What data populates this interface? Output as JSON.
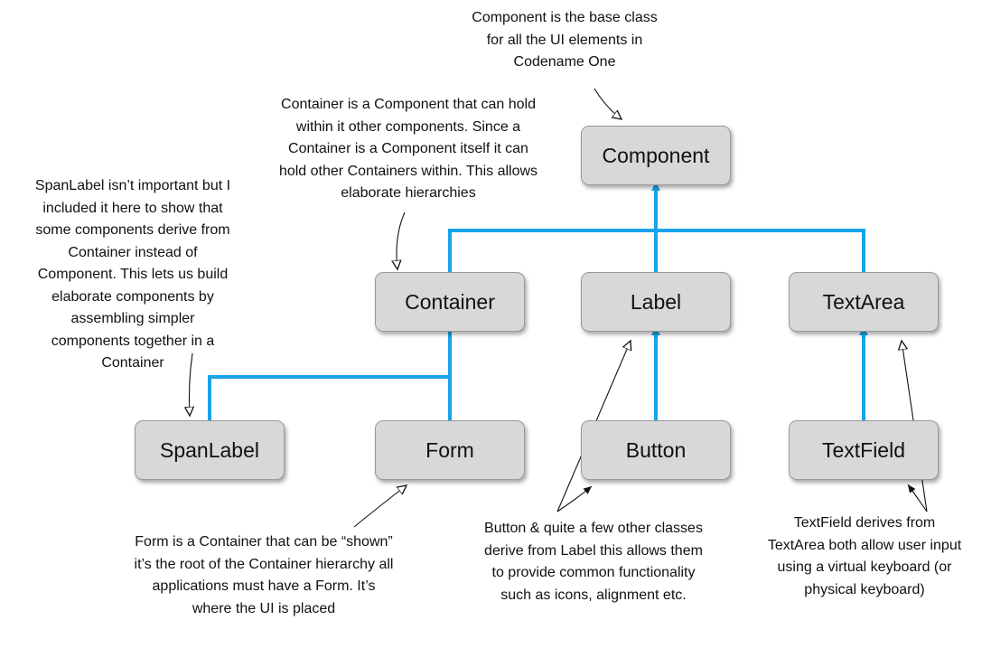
{
  "nodes": {
    "component": "Component",
    "container": "Container",
    "label": "Label",
    "textarea": "TextArea",
    "spanlabel": "SpanLabel",
    "form": "Form",
    "button": "Button",
    "textfield": "TextField"
  },
  "notes": {
    "component": [
      "Component is the base class",
      "for all the UI elements in",
      "Codename One"
    ],
    "container": [
      "Container is a Component that can hold",
      "within it other components. Since a",
      "Container is a Component itself it can",
      "hold other Containers within. This allows",
      "elaborate hierarchies"
    ],
    "spanlabel": [
      "SpanLabel isn’t important but I",
      "included it here to show that",
      "some components derive from",
      "Container instead of",
      "Component. This lets us build",
      "elaborate components by",
      "assembling simpler",
      "components together in a",
      "Container"
    ],
    "form": [
      "Form is a Container that can be “shown”",
      "it’s the root of the Container hierarchy all",
      "applications must have a Form. It’s",
      "where the UI is placed"
    ],
    "button": [
      "Button & quite a few other classes",
      "derive from Label this allows them",
      "to provide common functionality",
      "such as icons, alignment etc."
    ],
    "textfield": [
      "TextField derives from",
      "TextArea both allow user input",
      "using a virtual keyboard (or",
      "physical keyboard)"
    ]
  },
  "colors": {
    "connector": "#1aa3e8",
    "node_fill": "#d8d8d8",
    "node_border": "#9a9a9a"
  }
}
